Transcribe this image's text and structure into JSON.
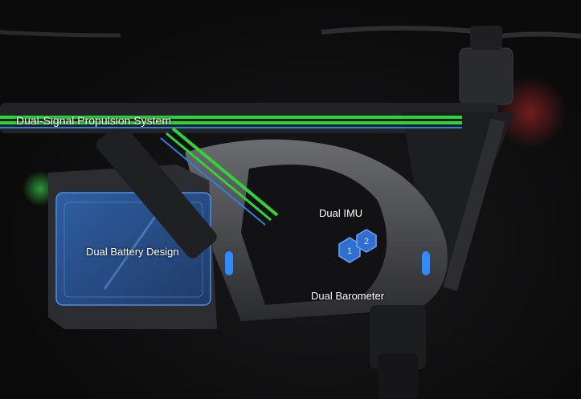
{
  "labels": {
    "propulsion": "Dual-Signal Propulsion System",
    "imu": "Dual IMU",
    "battery": "Dual Battery Design",
    "barometer": "Dual Barometer"
  },
  "imu_badges": [
    "1",
    "2"
  ],
  "colors": {
    "background": "#0b0b0c",
    "signal_green": "#2fd43a",
    "signal_blue": "#2f7fe0",
    "highlight_blue": "#3a86ff",
    "body_gray": "#5c5d61"
  }
}
